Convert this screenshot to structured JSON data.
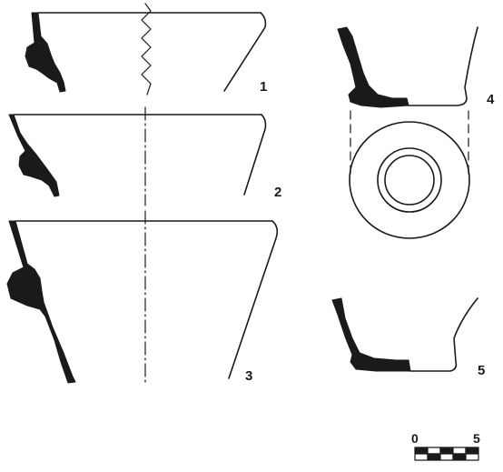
{
  "figure": {
    "labels": {
      "vessel_1": "1",
      "vessel_2": "2",
      "vessel_3": "3",
      "vessel_4": "4",
      "vessel_5": "5"
    },
    "scale_bar": {
      "min_label": "0",
      "max_label": "5",
      "segments": 5
    }
  },
  "colors": {
    "ink": "#1a1a1a",
    "section_fill": "#1a1a1a",
    "background": "#ffffff"
  }
}
